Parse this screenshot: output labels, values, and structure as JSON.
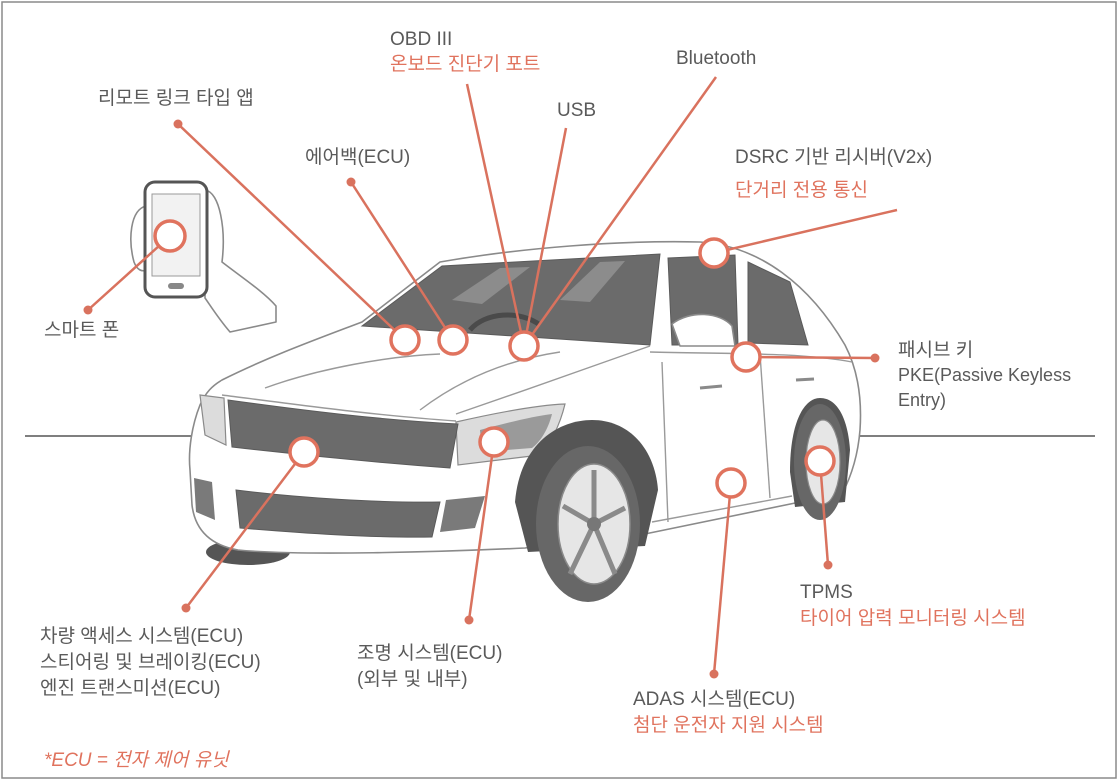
{
  "labels": {
    "obd": {
      "title": "OBD III",
      "subtitle": "온보드 진단기 포트"
    },
    "bluetooth": "Bluetooth",
    "usb": "USB",
    "remote_app": "리모트 링크 타입 앱",
    "airbag": "에어백(ECU)",
    "dsrc": {
      "title": "DSRC 기반 리시버(V2x)",
      "subtitle": "단거리 전용 통신"
    },
    "smartphone": "스마트 폰",
    "pke": {
      "title": "패시브 키",
      "line1": "PKE(Passive Keyless",
      "line2": "Entry)"
    },
    "tpms": {
      "title": "TPMS",
      "subtitle": "타이어 압력 모니터링 시스템"
    },
    "vehicle_systems": [
      "차량 액세스 시스템(ECU)",
      "스티어링 및 브레이킹(ECU)",
      "엔진 트랜스미션(ECU)"
    ],
    "lighting": {
      "title": "조명 시스템(ECU)",
      "subtitle": "(외부 및 내부)"
    },
    "adas": {
      "title": "ADAS 시스템(ECU)",
      "subtitle": "첨단 운전자 지원 시스템"
    },
    "footnote": "*ECU = 전자 제어 유닛"
  },
  "colors": {
    "accent": "#e0735e",
    "label_text": "#5a5a5a",
    "car_dark": "#6b6b6b"
  }
}
